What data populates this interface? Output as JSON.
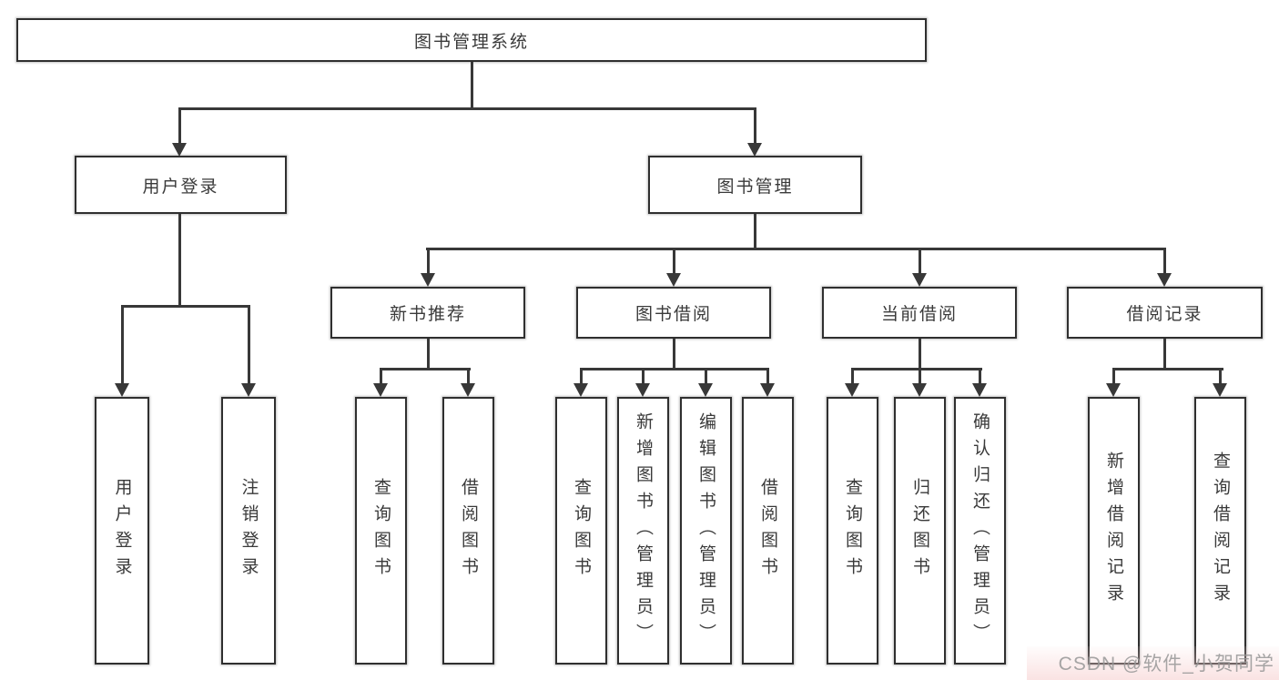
{
  "tree": {
    "label": "图书管理系统",
    "children": [
      {
        "label": "用户登录",
        "children": [
          {
            "label": "用户登录"
          },
          {
            "label": "注销登录"
          }
        ]
      },
      {
        "label": "图书管理",
        "children": [
          {
            "label": "新书推荐",
            "children": [
              {
                "label": "查询图书"
              },
              {
                "label": "借阅图书"
              }
            ]
          },
          {
            "label": "图书借阅",
            "children": [
              {
                "label": "查询图书"
              },
              {
                "label": "新增图书（管理员）"
              },
              {
                "label": "编辑图书（管理员）"
              },
              {
                "label": "借阅图书"
              }
            ]
          },
          {
            "label": "当前借阅",
            "children": [
              {
                "label": "查询图书"
              },
              {
                "label": "归还图书"
              },
              {
                "label": "确认归还（管理员）"
              }
            ]
          },
          {
            "label": "借阅记录",
            "children": [
              {
                "label": "新增借阅记录"
              },
              {
                "label": "查询借阅记录"
              }
            ]
          }
        ]
      }
    ]
  },
  "watermark": {
    "text": "CSDN @软件_小贺同学",
    "color": "#969696",
    "highlight": "#f6cbcb"
  },
  "colors": {
    "line": "#383838",
    "box_border": "#2f2f2f",
    "box_fill": "#ffffff",
    "text": "#3a3a3a"
  }
}
